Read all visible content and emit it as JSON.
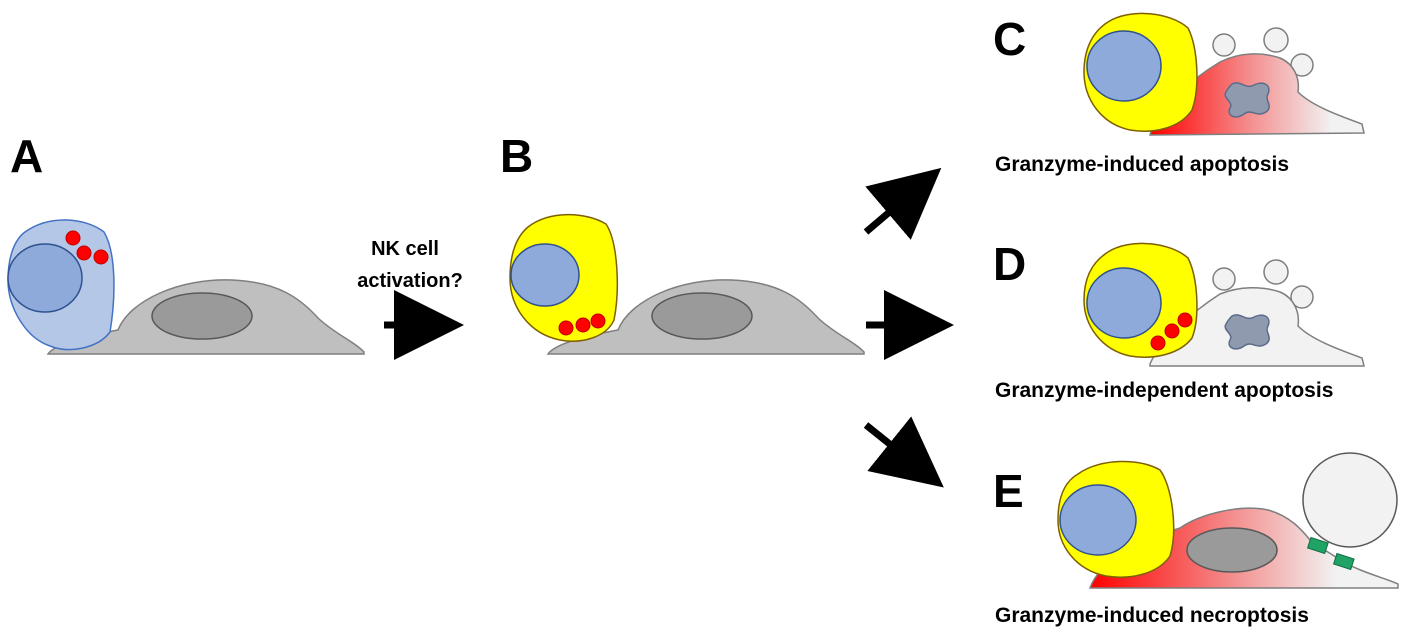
{
  "panels": {
    "a": {
      "letter": "A"
    },
    "b": {
      "letter": "B"
    },
    "c": {
      "letter": "C",
      "caption": "Granzyme-induced apoptosis"
    },
    "d": {
      "letter": "D",
      "caption": "Granzyme-independent apoptosis"
    },
    "e": {
      "letter": "E",
      "caption": "Granzyme-induced necroptosis"
    }
  },
  "trigger": {
    "line1": "NK cell",
    "line2": "activation?"
  },
  "colors": {
    "target_cell": "#bfbfbf",
    "target_nucleus": "#9a9a9a",
    "resting_nk_cell": "#b4c7e7",
    "nk_nucleus": "#8eaadb",
    "activated_nk_cell": "#ffff00",
    "granule": "#ff0000",
    "dying_cell": "#f2f2f2",
    "necroptosis_pore": "#21a366",
    "arrow": "#000000"
  }
}
